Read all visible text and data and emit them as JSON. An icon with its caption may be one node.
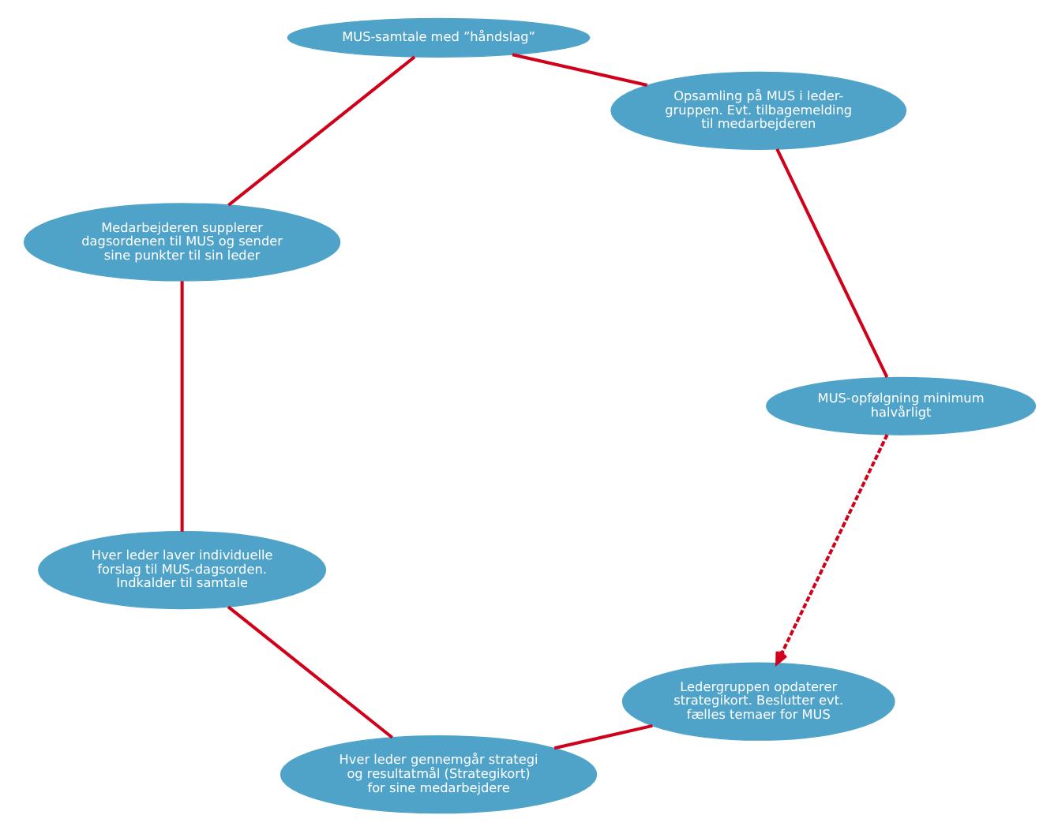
{
  "diagram": {
    "nodes": [
      {
        "text": [
          "Ledergruppen opdaterer strategikort. Beslutter evt. fælles temaer for MUS"
        ]
      },
      {
        "text": [
          "MUS-opfølgning minimum halvårligt"
        ]
      },
      {
        "text": [
          "Hver leder gennemgår strategi og resultatmål (Strategikort) for sine medarbejdere"
        ]
      },
      {
        "text": [
          "Opsamling på MUS i leder- gruppen. Evt. tilbagemelding til medarbejderen"
        ]
      },
      {
        "text": [
          "Hver leder laver individuelle forslag til MUS-dagsorden. Indkalder til samtale"
        ]
      },
      {
        "text": [
          "MUS-samtale med ”håndslag”"
        ]
      },
      {
        "text": [
          "Medarbejderen supplerer dagsordenen til MUS og sender sine punkter til sin leder"
        ]
      }
    ],
    "edges": [
      {
        "from": 0,
        "to": 2,
        "arrow": "none"
      },
      {
        "from": 2,
        "to": 4,
        "arrow": "none"
      },
      {
        "from": 4,
        "to": 6,
        "arrow": "none"
      },
      {
        "from": 6,
        "to": 5,
        "arrow": "none"
      },
      {
        "from": 5,
        "to": 3,
        "arrow": "none"
      },
      {
        "from": 3,
        "to": 1,
        "arrow": "none"
      },
      {
        "from": 1,
        "to": 0,
        "arrow": "to",
        "style": "dashed"
      }
    ]
  }
}
